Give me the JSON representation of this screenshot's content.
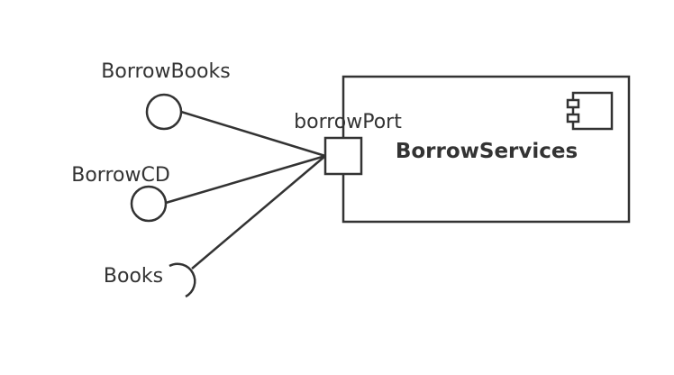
{
  "diagram": {
    "component": {
      "name": "BorrowServices"
    },
    "port": {
      "name": "borrowPort"
    },
    "interfaces": [
      {
        "name": "BorrowBooks",
        "kind": "provided"
      },
      {
        "name": "BorrowCD",
        "kind": "provided"
      },
      {
        "name": "Books",
        "kind": "required"
      }
    ]
  },
  "colors": {
    "stroke": "#333333",
    "background": "#ffffff"
  },
  "icons": {
    "component": "component-icon"
  }
}
